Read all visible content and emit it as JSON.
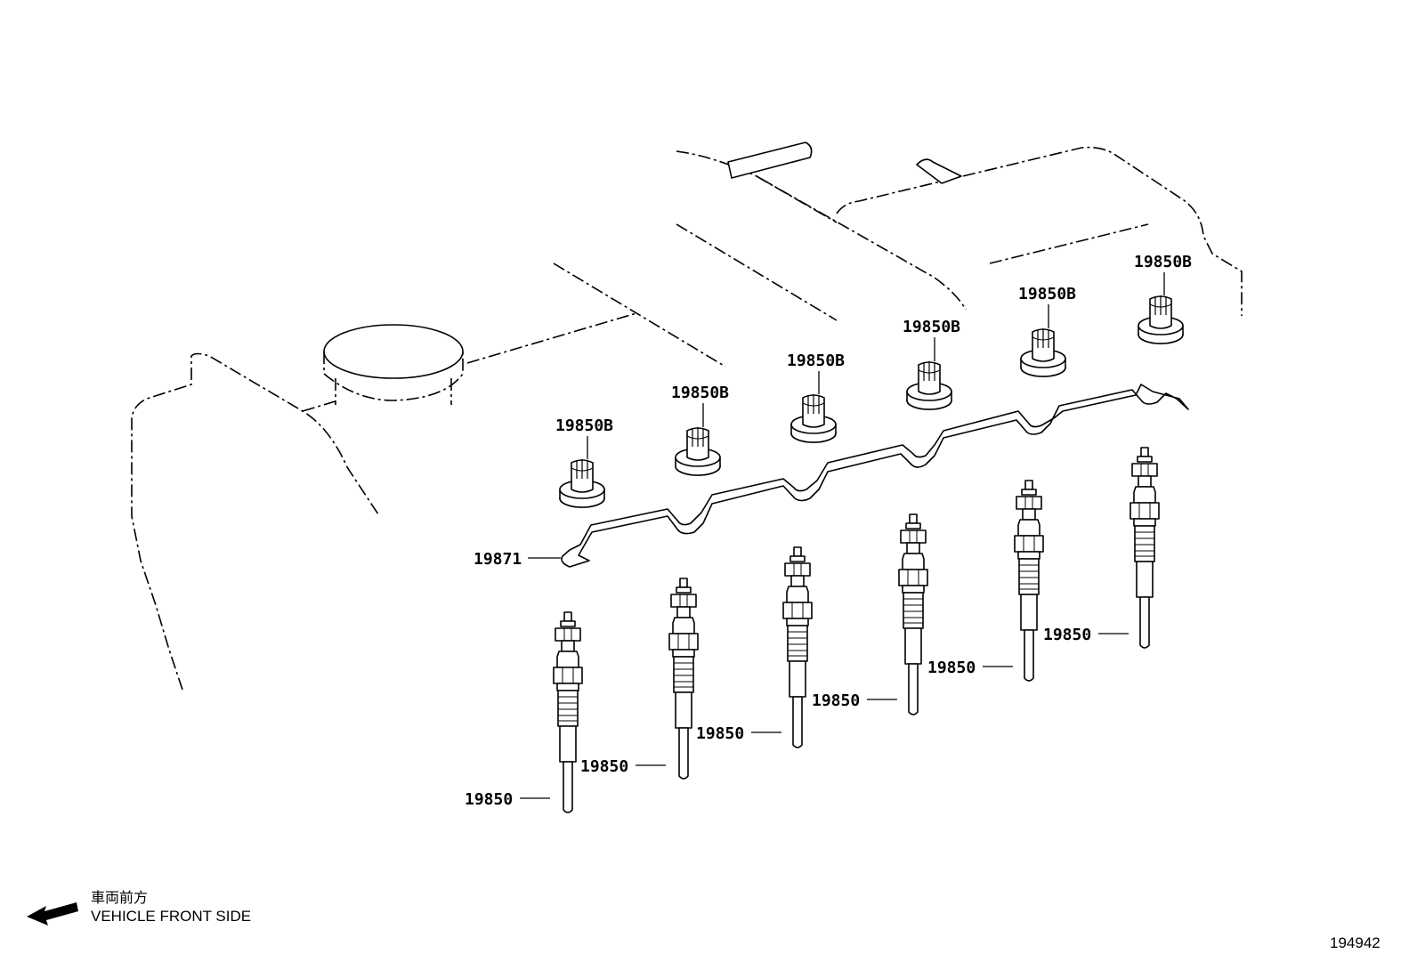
{
  "legend": {
    "japanese": "車両前方",
    "english": "VEHICLE FRONT SIDE"
  },
  "figure_number": "194942",
  "parts": {
    "glow_plug": "19850",
    "glow_plug_nut": "19850B",
    "connector_bar": "19871"
  },
  "callouts": [
    {
      "id": "glow-plug-1",
      "label": "19850"
    },
    {
      "id": "glow-plug-2",
      "label": "19850"
    },
    {
      "id": "glow-plug-3",
      "label": "19850"
    },
    {
      "id": "glow-plug-4",
      "label": "19850"
    },
    {
      "id": "glow-plug-5",
      "label": "19850"
    },
    {
      "id": "glow-plug-6",
      "label": "19850"
    },
    {
      "id": "nut-1",
      "label": "19850B"
    },
    {
      "id": "nut-2",
      "label": "19850B"
    },
    {
      "id": "nut-3",
      "label": "19850B"
    },
    {
      "id": "nut-4",
      "label": "19850B"
    },
    {
      "id": "nut-5",
      "label": "19850B"
    },
    {
      "id": "nut-6",
      "label": "19850B"
    },
    {
      "id": "bar",
      "label": "19871"
    }
  ]
}
